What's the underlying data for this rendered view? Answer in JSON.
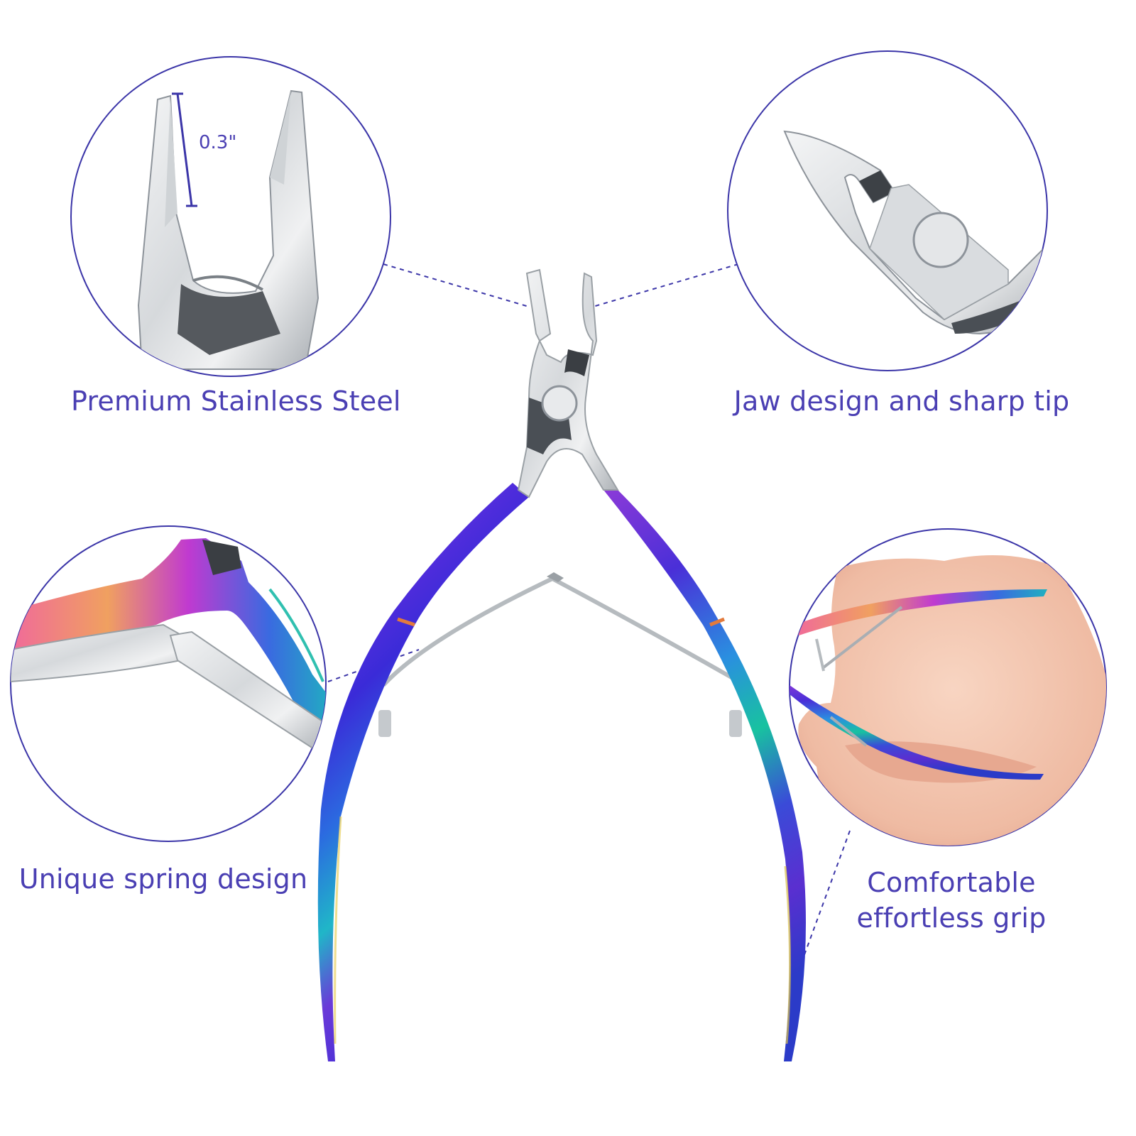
{
  "colors": {
    "accent": "#4a3fb3",
    "circle_stroke": "#3b35a8",
    "steel_light": "#e6e8ea",
    "steel_dark": "#8d939a",
    "iridescent": [
      "#3b2bd6",
      "#7b2fd8",
      "#c13ad6",
      "#2aa0e0",
      "#18c2a0",
      "#e0c040",
      "#f0a050"
    ],
    "skin": "#f1c3ad"
  },
  "icons": {
    "cuticle-nipper": "cuticle-nipper-icon",
    "hand": "hand-icon"
  },
  "callouts": {
    "steel": {
      "caption": "Premium Stainless Steel",
      "measure": "0.3\""
    },
    "jaw": {
      "caption": "Jaw design and sharp tip"
    },
    "spring": {
      "caption": "Unique spring design"
    },
    "grip": {
      "caption_line1": "Comfortable",
      "caption_line2": "effortless grip"
    }
  }
}
